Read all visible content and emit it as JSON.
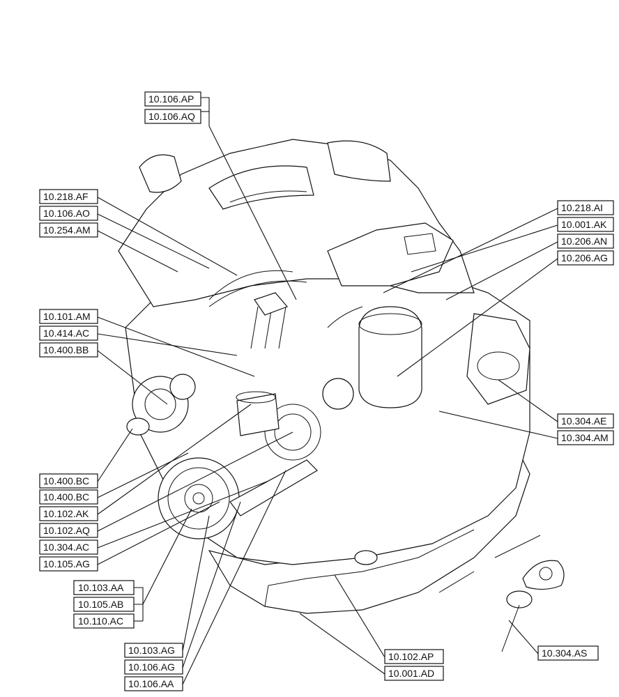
{
  "callouts": {
    "ap_106": "10.106.AP",
    "aq_106": "10.106.AQ",
    "af_218": "10.218.AF",
    "ao_106": "10.106.AO",
    "am_254": "10.254.AM",
    "ai_218": "10.218.AI",
    "ak_001": "10.001.AK",
    "an_206": "10.206.AN",
    "ag_206": "10.206.AG",
    "am_101": "10.101.AM",
    "ac_414": "10.414.AC",
    "bb_400": "10.400.BB",
    "ae_304": "10.304.AE",
    "am_304": "10.304.AM",
    "bc_400_1": "10.400.BC",
    "bc_400_2": "10.400.BC",
    "ak_102": "10.102.AK",
    "aq_102": "10.102.AQ",
    "ac_304": "10.304.AC",
    "ag_105": "10.105.AG",
    "aa_103": "10.103.AA",
    "ab_105": "10.105.AB",
    "ac_110": "10.110.AC",
    "ag_103": "10.103.AG",
    "ag_106": "10.106.AG",
    "aa_106": "10.106.AA",
    "ap_102": "10.102.AP",
    "ad_001": "10.001.AD",
    "as_304": "10.304.AS"
  }
}
